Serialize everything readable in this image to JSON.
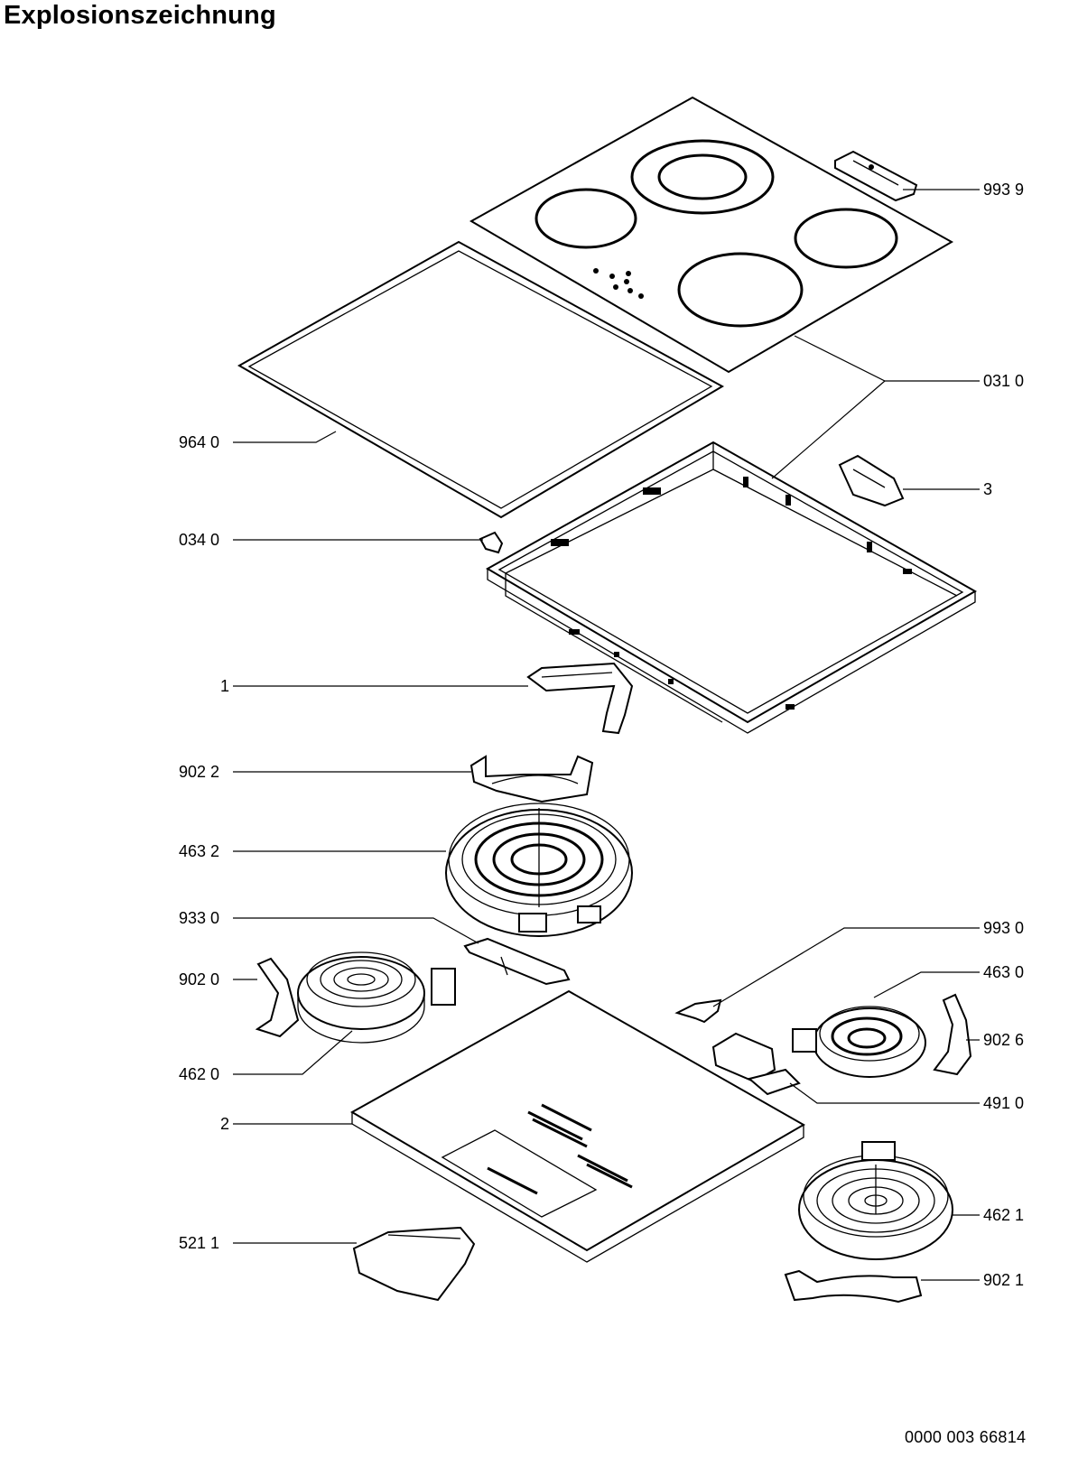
{
  "title": "Explosionszeichnung",
  "document_number": "0000 003 66814",
  "parts": [
    {
      "id": "p-9939",
      "label": "993 9"
    },
    {
      "id": "p-0310",
      "label": "031 0"
    },
    {
      "id": "p-9640",
      "label": "964 0"
    },
    {
      "id": "p-3",
      "label": "3"
    },
    {
      "id": "p-0340",
      "label": "034 0"
    },
    {
      "id": "p-1",
      "label": "1"
    },
    {
      "id": "p-9022",
      "label": "902 2"
    },
    {
      "id": "p-4632",
      "label": "463 2"
    },
    {
      "id": "p-9330",
      "label": "933 0"
    },
    {
      "id": "p-9930",
      "label": "993 0"
    },
    {
      "id": "p-9020",
      "label": "902 0"
    },
    {
      "id": "p-4630",
      "label": "463 0"
    },
    {
      "id": "p-9026",
      "label": "902 6"
    },
    {
      "id": "p-4620",
      "label": "462 0"
    },
    {
      "id": "p-4910",
      "label": "491 0"
    },
    {
      "id": "p-2",
      "label": "2"
    },
    {
      "id": "p-4621",
      "label": "462 1"
    },
    {
      "id": "p-5211",
      "label": "521 1"
    },
    {
      "id": "p-9021",
      "label": "902 1"
    }
  ]
}
